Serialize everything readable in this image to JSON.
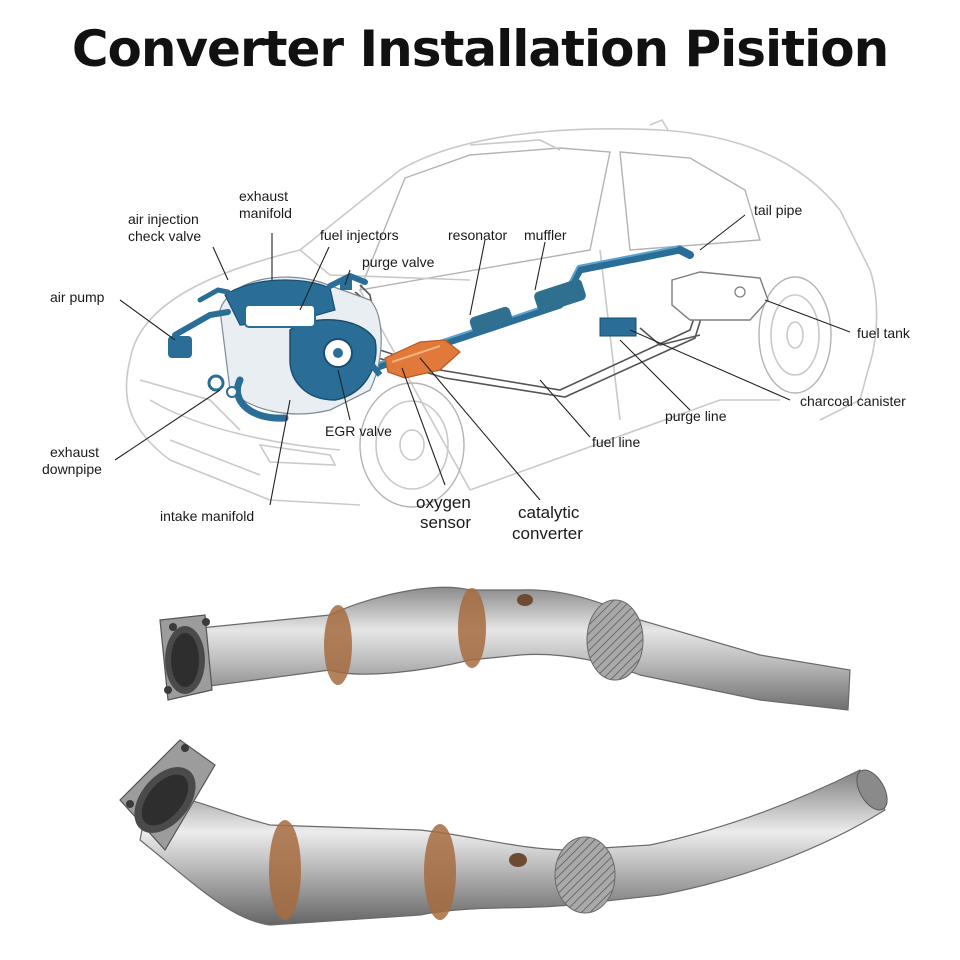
{
  "title": "Converter Installation Pisition",
  "labels": {
    "exhaust_manifold_1": "exhaust",
    "exhaust_manifold_2": "manifold",
    "air_injection_1": "air injection",
    "air_injection_2": "check valve",
    "fuel_injectors": "fuel injectors",
    "purge_valve": "purge valve",
    "resonator": "resonator",
    "muffler": "muffler",
    "tail_pipe": "tail pipe",
    "air_pump": "air pump",
    "fuel_tank": "fuel tank",
    "charcoal_canister": "charcoal canister",
    "purge_line": "purge line",
    "fuel_line": "fuel line",
    "egr_valve": "EGR valve",
    "exhaust_downpipe_1": "exhaust",
    "exhaust_downpipe_2": "downpipe",
    "intake_manifold": "intake manifold",
    "oxygen_sensor_1": "oxygen",
    "oxygen_sensor_2": "sensor",
    "catalytic_converter_1": "catalytic",
    "catalytic_converter_2": "converter"
  },
  "colors": {
    "engine_blue": "#2a6e98",
    "converter_orange": "#e0793a",
    "steel": "#b9b9b9"
  }
}
